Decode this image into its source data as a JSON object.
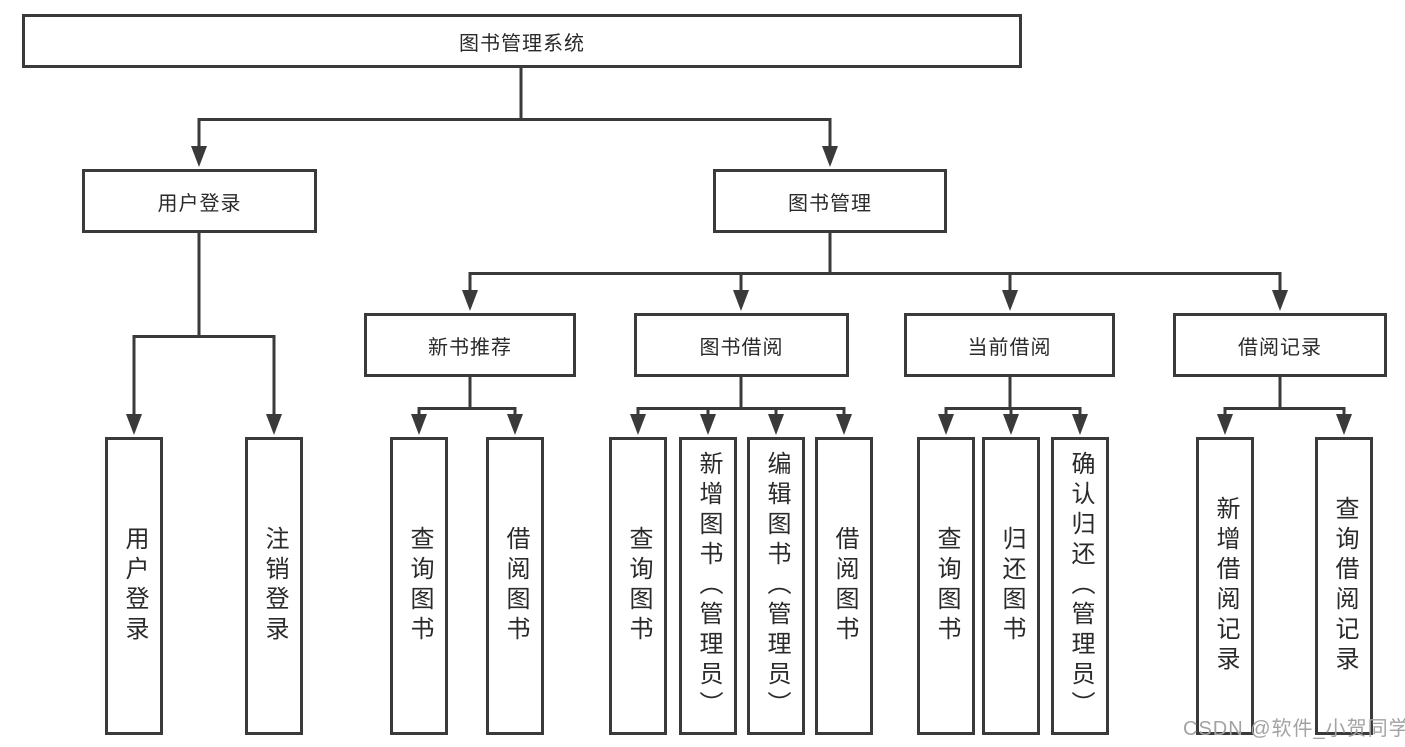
{
  "tree": {
    "label": "图书管理系统",
    "children": [
      {
        "label": "用户登录",
        "children": [
          {
            "label": "用户登录"
          },
          {
            "label": "注销登录"
          }
        ]
      },
      {
        "label": "图书管理",
        "children": [
          {
            "label": "新书推荐",
            "children": [
              {
                "label": "查询图书"
              },
              {
                "label": "借阅图书"
              }
            ]
          },
          {
            "label": "图书借阅",
            "children": [
              {
                "label": "查询图书"
              },
              {
                "label": "新增图书（管理员）"
              },
              {
                "label": "编辑图书（管理员）"
              },
              {
                "label": "借阅图书"
              }
            ]
          },
          {
            "label": "当前借阅",
            "children": [
              {
                "label": "查询图书"
              },
              {
                "label": "归还图书"
              },
              {
                "label": "确认归还（管理员）"
              }
            ]
          },
          {
            "label": "借阅记录",
            "children": [
              {
                "label": "新增借阅记录"
              },
              {
                "label": "查询借阅记录"
              }
            ]
          }
        ]
      }
    ]
  },
  "watermark": {
    "text": "CSDN @软件_小贺同学"
  },
  "colors": {
    "line": "#3a3a3a",
    "text": "#2a2a2a",
    "background": "#ffffff",
    "watermark": "#a3a3a3"
  }
}
